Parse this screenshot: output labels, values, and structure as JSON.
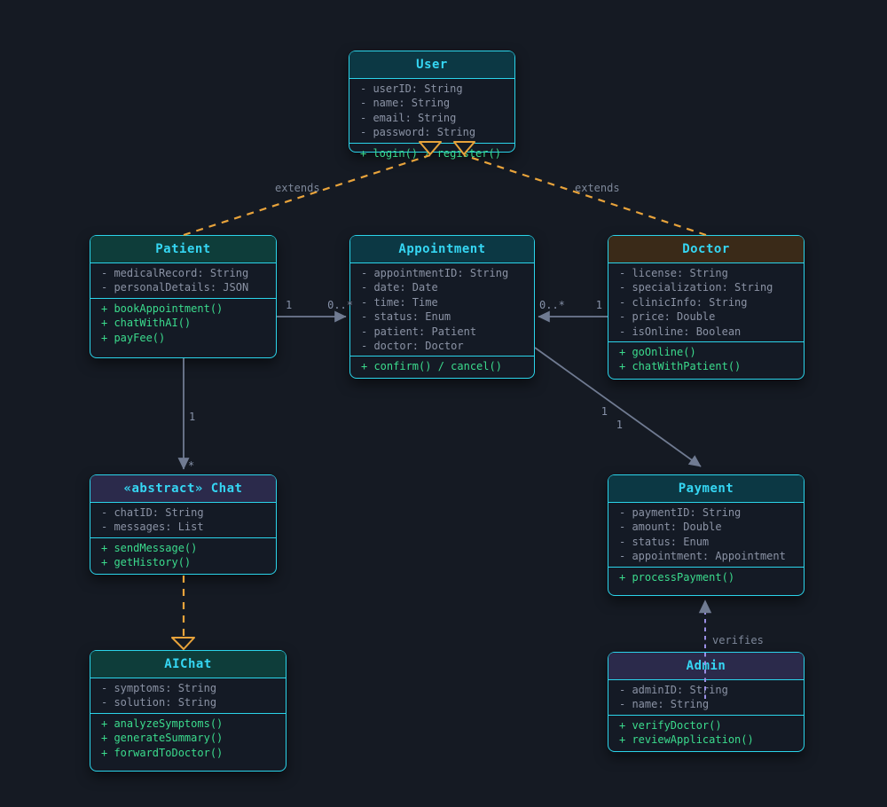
{
  "classes": [
    {
      "id": "user",
      "title": "User",
      "header_color": "#0c3844",
      "attributes": [
        "- userID: String",
        "- name: String",
        "- email: String",
        "- password: String"
      ],
      "methods": [
        "+ login() / register()"
      ]
    },
    {
      "id": "patient",
      "title": "Patient",
      "header_color": "#0e3d3a",
      "attributes": [
        "- medicalRecord: String",
        "- personalDetails: JSON"
      ],
      "methods": [
        "+ bookAppointment()",
        "+ chatWithAI()",
        "+ payFee()"
      ]
    },
    {
      "id": "appointment",
      "title": "Appointment",
      "header_color": "#0c3844",
      "attributes": [
        "- appointmentID: String",
        "- date: Date",
        "- time: Time",
        "- status: Enum",
        "- patient: Patient",
        "- doctor: Doctor"
      ],
      "methods": [
        "+ confirm() / cancel()"
      ]
    },
    {
      "id": "doctor",
      "title": "Doctor",
      "header_color": "#3a2a18",
      "attributes": [
        "- license: String",
        "- specialization: String",
        "- clinicInfo: String",
        "- price: Double",
        "- isOnline: Boolean"
      ],
      "methods": [
        "+ goOnline()",
        "+ chatWithPatient()"
      ]
    },
    {
      "id": "chat",
      "title": "«abstract» Chat",
      "header_color": "#2b2a4b",
      "attributes": [
        "- chatID: String",
        "- messages: List"
      ],
      "methods": [
        "+ sendMessage()",
        "+ getHistory()"
      ]
    },
    {
      "id": "payment",
      "title": "Payment",
      "header_color": "#0c3844",
      "attributes": [
        "- paymentID: String",
        "- amount: Double",
        "- status: Enum",
        "- appointment: Appointment"
      ],
      "methods": [
        "+ processPayment()"
      ]
    },
    {
      "id": "aichat",
      "title": "AIChat",
      "header_color": "#0e3d3a",
      "attributes": [
        "- symptoms: String",
        "- solution: String"
      ],
      "methods": [
        "+ analyzeSymptoms()",
        "+ generateSummary()",
        "+ forwardToDoctor()"
      ]
    },
    {
      "id": "admin",
      "title": "Admin",
      "header_color": "#2b2a4b",
      "attributes": [
        "- adminID: String",
        "- name: String"
      ],
      "methods": [
        "+ verifyDoctor()",
        "+ reviewApplication()"
      ]
    }
  ],
  "labels": {
    "extends_left": "extends",
    "extends_right": "extends",
    "verifies": "verifies",
    "patient_to_appointment_from": "1",
    "patient_to_appointment_to": "0..*",
    "doctor_to_appointment_to": "0..*",
    "doctor_to_appointment_from": "1",
    "patient_to_chat_from": "1",
    "patient_to_chat_to": "*",
    "appointment_to_payment_from": "1",
    "appointment_to_payment_to": "1"
  },
  "colors": {
    "background": "#151a23",
    "node_border": "#2bd4ea",
    "node_title": "#35d6f3",
    "attribute_text": "#8b93a5",
    "method_text": "#3bdb8d",
    "association_line": "#707b92",
    "generalization_line": "#e8a33b",
    "verifies_line": "#9b8fe6",
    "label_text": "#7d8799"
  }
}
